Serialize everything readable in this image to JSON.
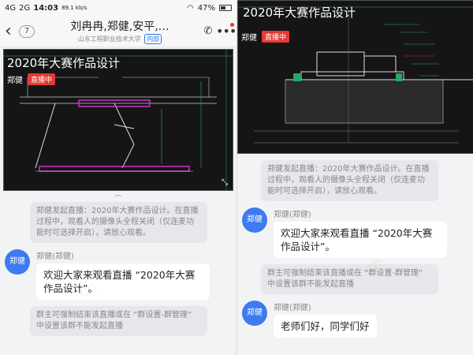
{
  "status": {
    "signal": "4G",
    "signal2": "2G",
    "time": "14:03",
    "speed": "89.1 kb/s",
    "battery": "47%"
  },
  "header": {
    "unread": "7",
    "title": "刘冉冉,郑健,安平,…",
    "subtitle": "山东工程职业技术大学",
    "tag": "内部"
  },
  "video": {
    "title": "2020年大赛作品设计",
    "host": "郑健",
    "live_label": "直播中"
  },
  "left_messages": {
    "system1": "郑健发起直播：2020年大赛作品设计。在直播过程中，观看人的摄像头全程关闭（仅连麦功能时可选择开启），请放心观看。",
    "sender1": "郑健(郑健)",
    "avatar1": "郑健",
    "text1": "欢迎大家来观看直播 “2020年大赛作品设计”。",
    "system2": "群主可强制结束该直播或在 “群设置-群管理” 中设置该群不能发起直播"
  },
  "right_messages": {
    "system1": "郑健发起直播：2020年大赛作品设计。在直播过程中，观看人的摄像头全程关闭（仅连麦功能时可选择开启），请放心观看。",
    "sender1": "郑健(郑健)",
    "avatar1": "郑健",
    "text1": "欢迎大家来观看直播 “2020年大赛作品设计”。",
    "system2": "群主可强制结束该直播或在 “群设置-群管理” 中设置该群不能发起直播",
    "sender2": "郑健(郑健)",
    "avatar2": "郑健",
    "text2": "老师们好，同学们好"
  },
  "icons": {
    "back": "back-arrow-icon",
    "call": "phone-icon",
    "more": "more-icon",
    "fullscreen": "fullscreen-icon",
    "collapse": "chevron-up-icon"
  },
  "colors": {
    "avatar": "#3c7bf0",
    "live": "#e53935",
    "tag": "#2e7cf6"
  }
}
